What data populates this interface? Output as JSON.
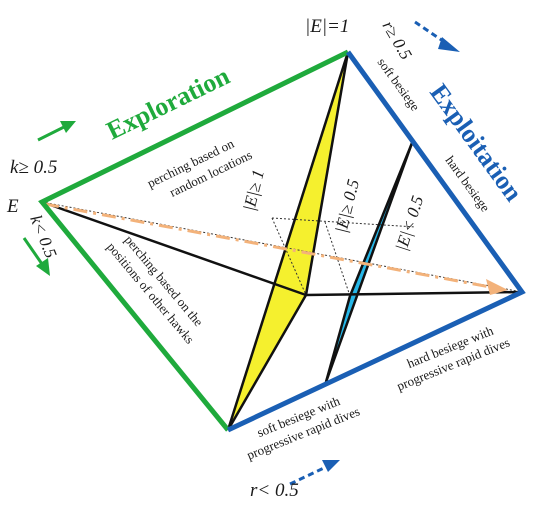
{
  "colors": {
    "exploration": "#1faa3c",
    "exploitation": "#1a5fb4",
    "yellow_plane": "#f5f02e",
    "cyan_plane": "#26b7e8",
    "trajectory": "#f3b27a"
  },
  "labels": {
    "exploration_title": "Exploration",
    "exploitation_title": "Exploitation",
    "e_top": "|E|=1",
    "e_left": "E",
    "k_ge": "k≥ 0.5",
    "k_lt": "k< 0.5",
    "r_ge_top": "r≥ 0.5",
    "r_lt_bottom": "r< 0.5",
    "e_ge_1": "|E|≥ 1",
    "e_ge_05": "|E|≥ 0.5",
    "e_lt_05": "|E|< 0.5",
    "perch_random_1": "perching based on",
    "perch_random_2": "random locations",
    "perch_others_1": "perching based on the",
    "perch_others_2": "positions of other hawks",
    "soft_besiege": "soft besiege",
    "hard_besiege": "hard besiege",
    "soft_dives_1": "soft besiege with",
    "soft_dives_2": "progressive rapid dives",
    "hard_dives_1": "hard besiege with",
    "hard_dives_2": "progressive rapid dives"
  }
}
